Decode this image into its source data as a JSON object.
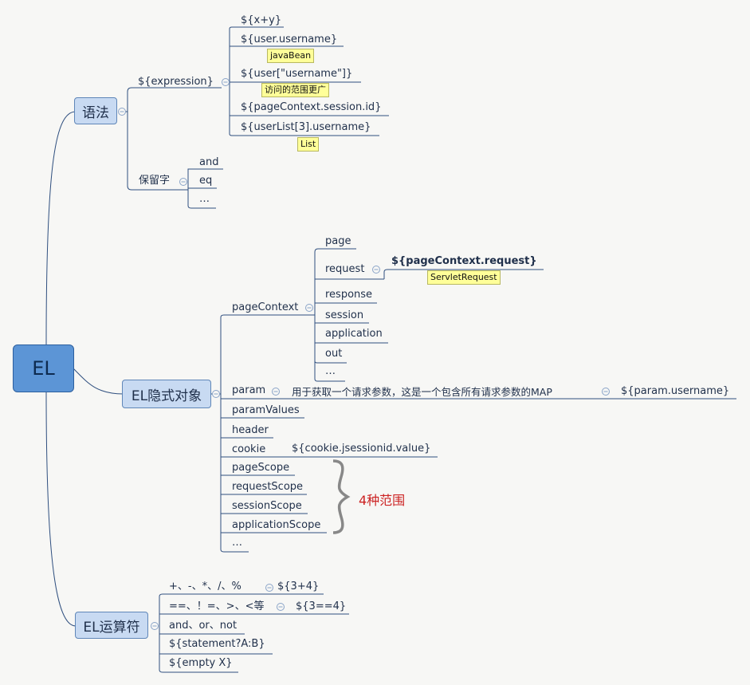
{
  "root": "EL",
  "syntax": {
    "title": "语法",
    "expression": "${expression}",
    "expr_items": [
      "${x+y}",
      "${user.username}",
      "${user[\"username\"]}",
      "${pageContext.session.id}",
      "${userList[3].username}"
    ],
    "notes": {
      "javabean": "javaBean",
      "scope": "访问的范围更广",
      "list": "List"
    },
    "reserved_title": "保留字",
    "reserved": [
      "and",
      "eq",
      "…"
    ]
  },
  "implicit": {
    "title": "EL隐式对象",
    "pagecontext": "pageContext",
    "pc_items": [
      "page",
      "request",
      "response",
      "session",
      "application",
      "out",
      "…"
    ],
    "request_expr": "${pageContext.request}",
    "request_note": "ServletRequest",
    "param": "param",
    "param_desc": "用于获取一个请求参数，这是一个包含所有请求参数的MAP",
    "param_expr": "${param.username}",
    "paramvalues": "paramValues",
    "header": "header",
    "cookie": "cookie",
    "cookie_expr": "${cookie.jsessionid.value}",
    "scopes": [
      "pageScope",
      "requestScope",
      "sessionScope",
      "applicationScope"
    ],
    "ellipsis": "…",
    "scope_label": "4种范围"
  },
  "operators": {
    "title": "EL运算符",
    "arith": "+、-、*、/、%",
    "arith_ex": "${3+4}",
    "rel": "==、！=、>、<等",
    "rel_ex": "${3==4}",
    "logic": "and、or、not",
    "ternary": "${statement?A:B}",
    "empty": "${empty X}"
  }
}
